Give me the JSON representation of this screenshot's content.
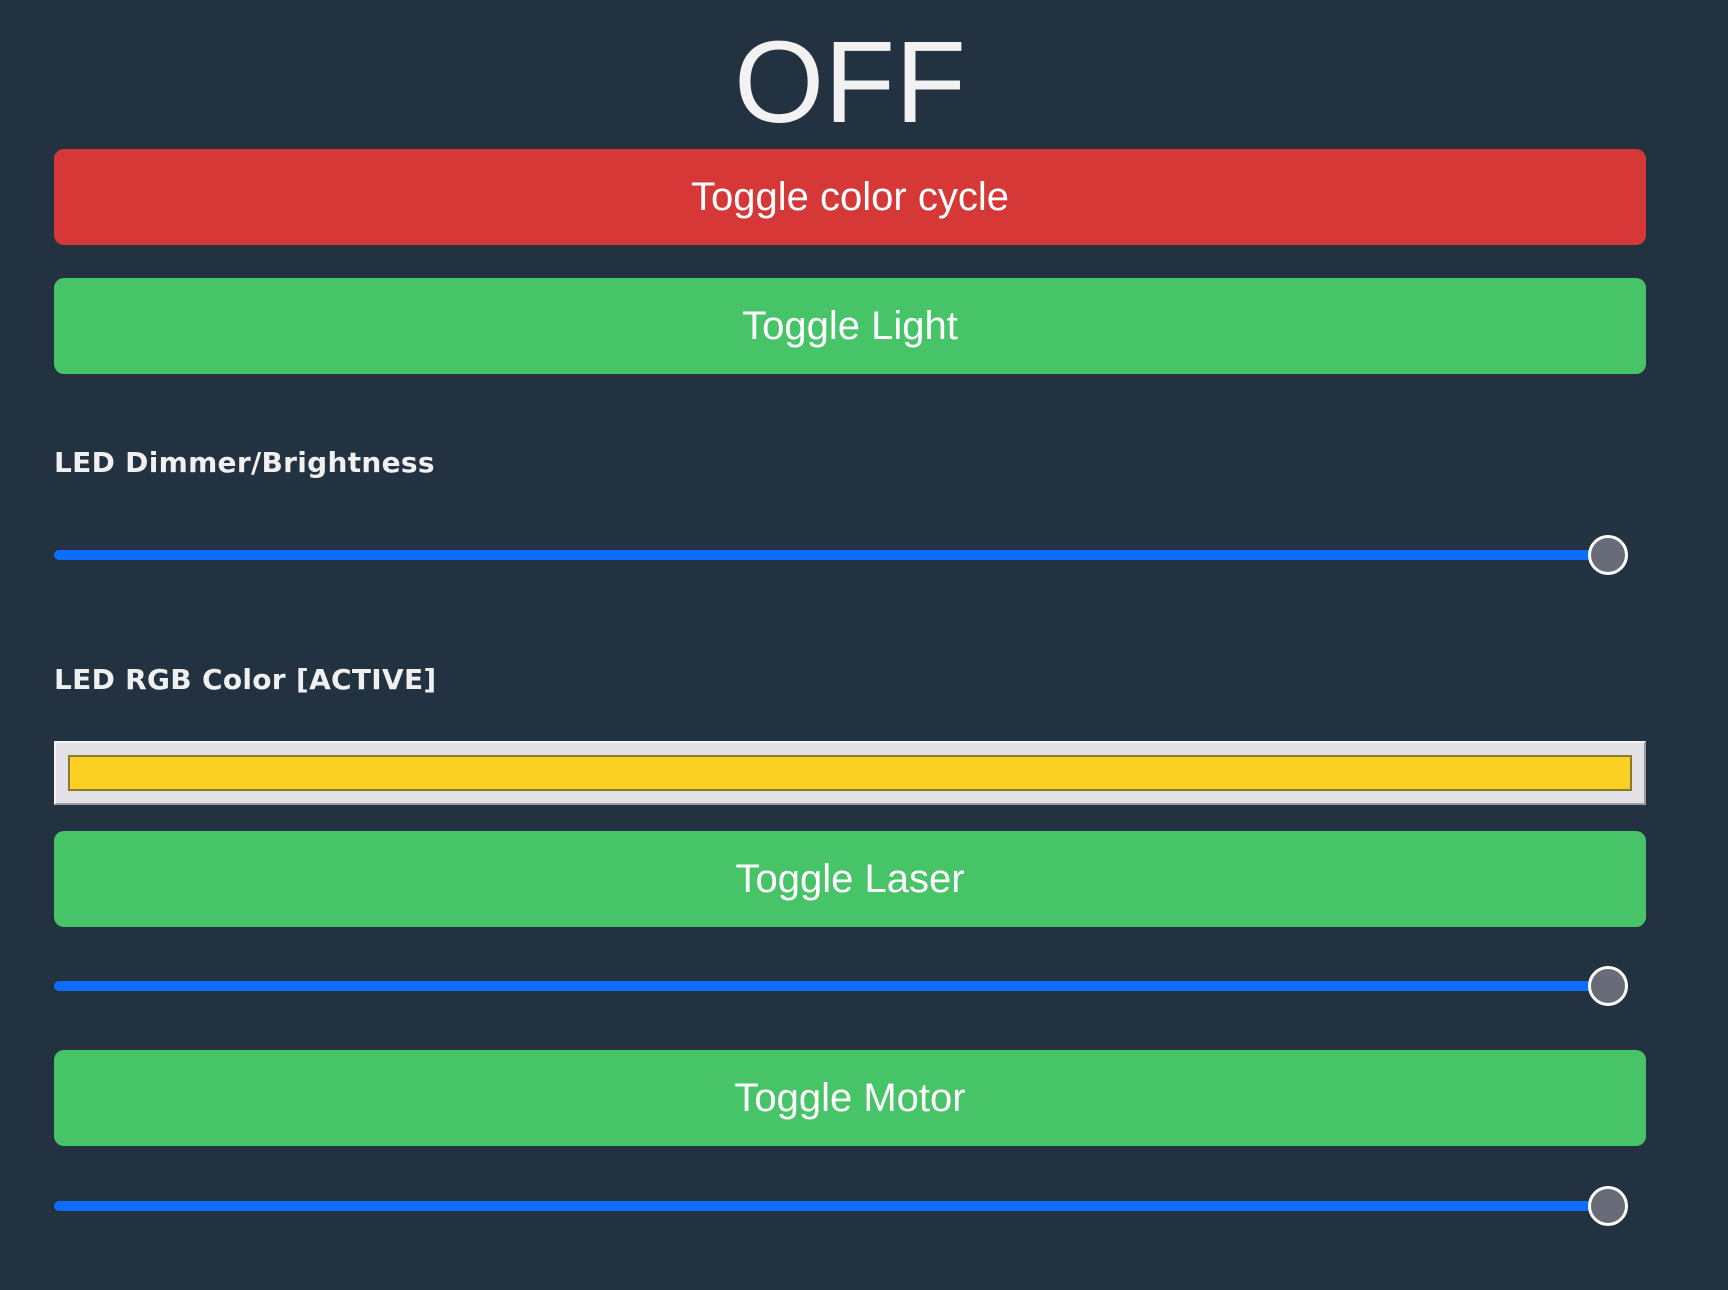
{
  "status": {
    "text": "OFF"
  },
  "buttons": {
    "color_cycle": {
      "label": "Toggle color cycle",
      "color": "#d63838"
    },
    "light": {
      "label": "Toggle Light",
      "color": "#48c468"
    },
    "laser": {
      "label": "Toggle Laser",
      "color": "#48c468"
    },
    "motor": {
      "label": "Toggle Motor",
      "color": "#48c468"
    }
  },
  "dimmer": {
    "label": "LED Dimmer/Brightness",
    "value_percent": 100
  },
  "rgb": {
    "label": "LED RGB Color [ACTIVE]",
    "color": "#fcd022"
  },
  "laser_slider": {
    "value_percent": 100
  },
  "motor_slider": {
    "value_percent": 100
  },
  "colors": {
    "track": "#0d6efd",
    "thumb": "#686b78",
    "background": "#223241"
  }
}
